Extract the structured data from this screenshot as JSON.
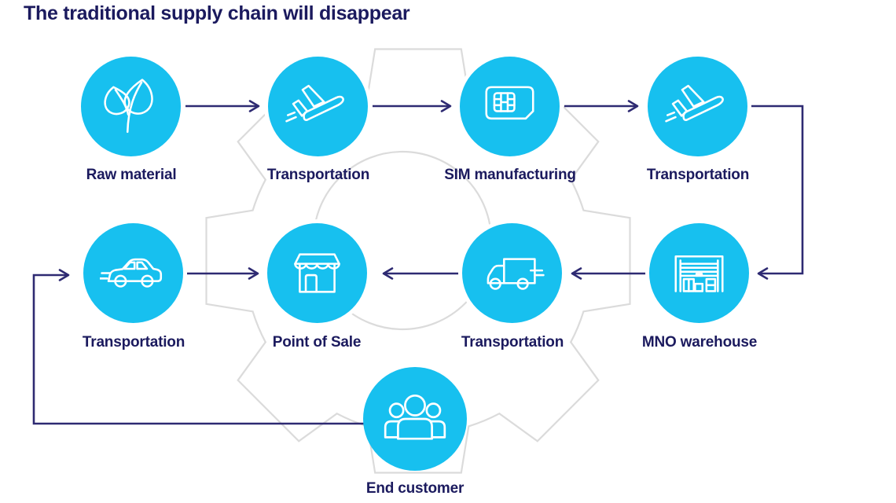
{
  "title": "The traditional supply chain will disappear",
  "colors": {
    "circle_cyan": "#17C0EF",
    "text_navy": "#1B1A5E",
    "arrow_navy": "#2E2A72",
    "gear_gray": "#DBDBDB",
    "icon_white": "#FFFFFF",
    "background": "#FFFFFF"
  },
  "nodes": [
    {
      "label": "Raw material",
      "icon": "leaf-icon"
    },
    {
      "label": "Transportation",
      "icon": "airplane-icon"
    },
    {
      "label": "SIM manufacturing",
      "icon": "sim-card-icon"
    },
    {
      "label": "Transportation",
      "icon": "airplane-icon"
    },
    {
      "label": "MNO warehouse",
      "icon": "warehouse-icon"
    },
    {
      "label": "Transportation",
      "icon": "truck-icon"
    },
    {
      "label": "Point of Sale",
      "icon": "storefront-icon"
    },
    {
      "label": "Transportation",
      "icon": "car-icon"
    },
    {
      "label": "End customer",
      "icon": "people-icon"
    }
  ],
  "edges": [
    {
      "from": "Raw material",
      "to": "Transportation"
    },
    {
      "from": "Transportation",
      "to": "SIM manufacturing"
    },
    {
      "from": "SIM manufacturing",
      "to": "Transportation"
    },
    {
      "from": "Transportation",
      "to": "MNO warehouse"
    },
    {
      "from": "MNO warehouse",
      "to": "Transportation"
    },
    {
      "from": "Transportation",
      "to": "Point of Sale"
    },
    {
      "from": "Transportation (car)",
      "to": "Point of Sale"
    },
    {
      "from": "End customer",
      "to": "Transportation (car)"
    }
  ],
  "decoration": {
    "watermark": "gear"
  }
}
